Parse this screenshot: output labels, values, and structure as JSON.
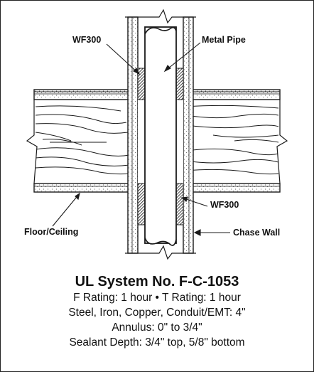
{
  "labels": {
    "wf300_top": "WF300",
    "metal_pipe": "Metal Pipe",
    "wf300_bottom": "WF300",
    "floor_ceiling": "Floor/Ceiling",
    "chase_wall": "Chase Wall"
  },
  "caption": {
    "title": "UL System No. F-C-1053",
    "ratings": "F Rating: 1 hour • T Rating: 1 hour",
    "pipe_types": "Steel, Iron, Copper, Conduit/EMT: 4\"",
    "annulus": "Annulus:  0\" to 3/4\"",
    "sealant_depth": "Sealant Depth: 3/4\" top, 5/8\" bottom"
  },
  "colors": {
    "line": "#1a1a1a",
    "background": "#ffffff"
  }
}
